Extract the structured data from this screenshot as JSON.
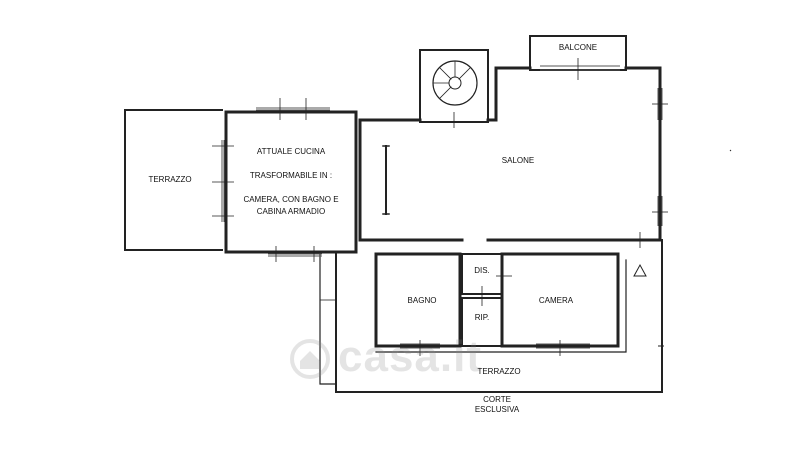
{
  "rooms": {
    "terrazzo_left": "TERRAZZO",
    "cucina_line1": "ATTUALE CUCINA",
    "cucina_line2": "TRASFORMABILE IN :",
    "cucina_line3": "CAMERA, CON BAGNO E",
    "cucina_line4": "CABINA ARMADIO",
    "salone": "SALONE",
    "balcone": "BALCONE",
    "bagno": "BAGNO",
    "dis": "DIS.",
    "rip": "RIP.",
    "camera": "CAMERA",
    "terrazzo_bottom": "TERRAZZO",
    "corte_line1": "CORTE",
    "corte_line2": "ESCLUSIVA"
  },
  "watermark": {
    "text": "casa.it",
    "logo_icon": "house-logo-icon"
  },
  "colors": {
    "wall": "#222222",
    "window": "#555555",
    "watermark": "#8a8a8a"
  }
}
